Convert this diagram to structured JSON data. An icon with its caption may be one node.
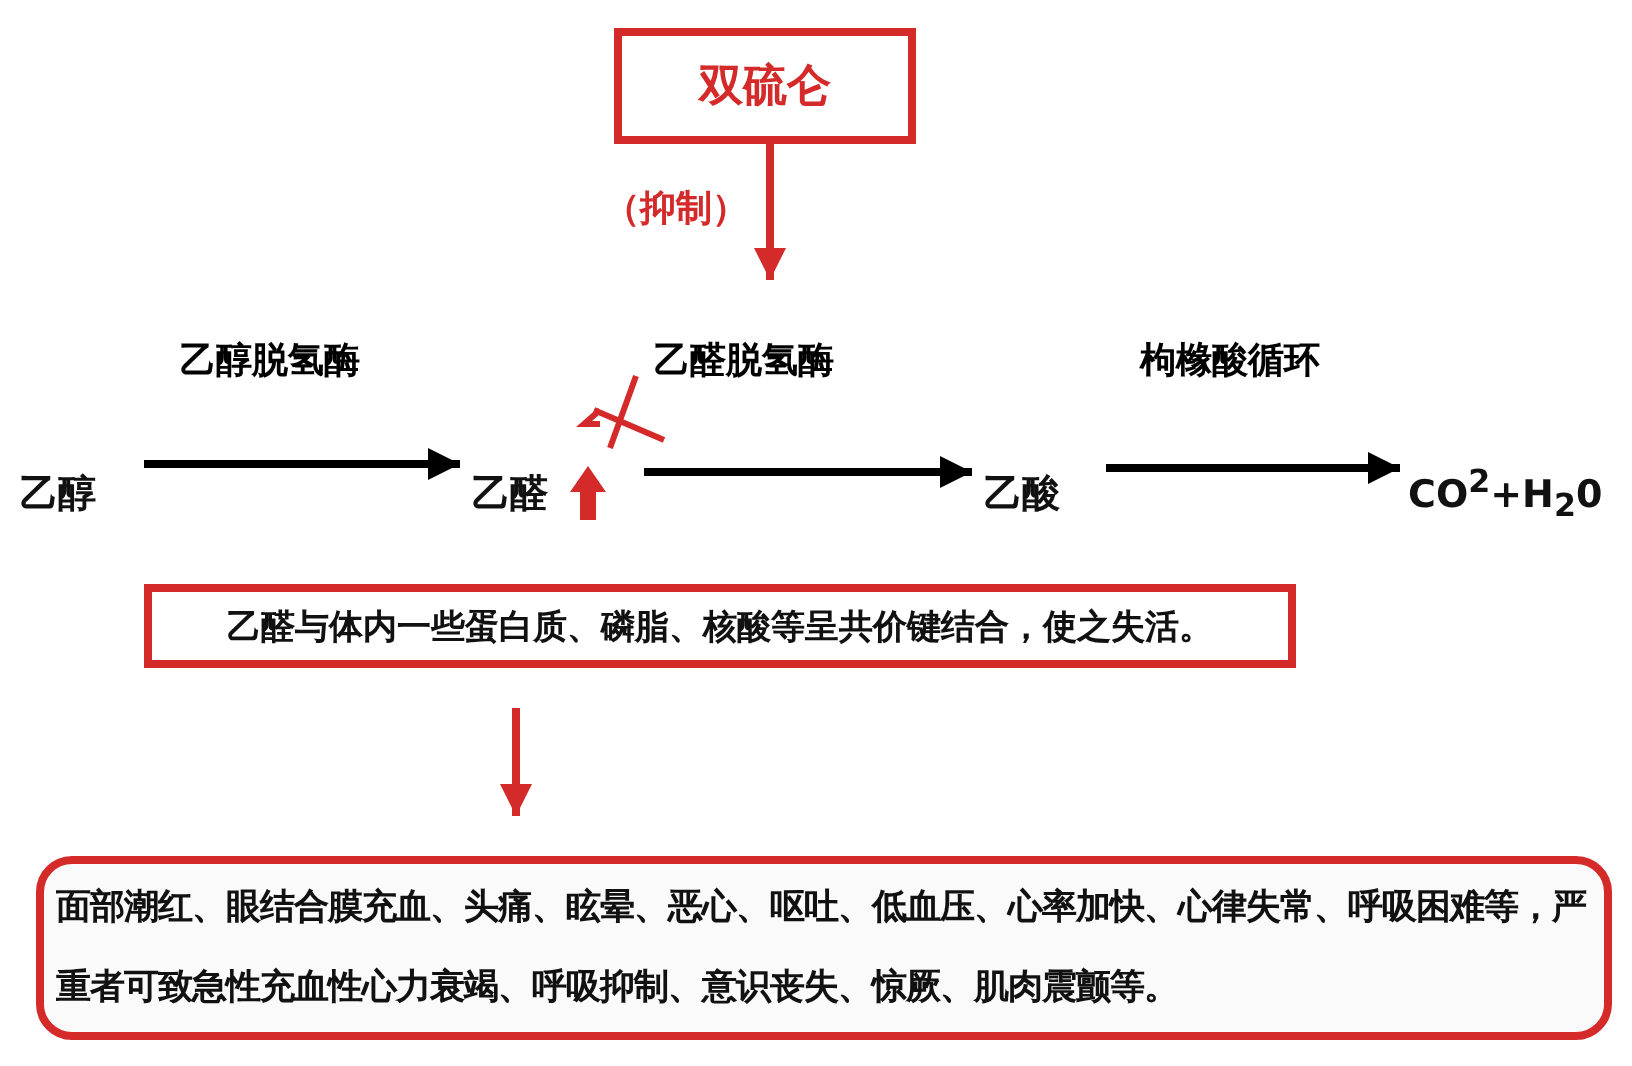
{
  "diagram": {
    "nodes": [
      {
        "text": [
          "双硫仑"
        ]
      },
      {
        "text": [
          "乙醇"
        ]
      },
      {
        "text": [
          "乙醛"
        ]
      },
      {
        "text": [
          "乙酸"
        ]
      },
      {
        "text": [
          "CO$^{2}$+H$_{2}$0"
        ]
      },
      {
        "text": [
          "乙醛与体内一些蛋白质、磷脂、核酸等呈共价键结合，使之失活。"
        ]
      },
      {
        "text": [
          "面部潮红、眼结合膜充血、头痛、眩晕、恶心、呕吐、低血压、心率加快、心律失常、呼吸困难等，严重者可致急性充血性心力衰竭、呼吸抑制、意识丧失、惊厥、肌肉震颤等。"
        ]
      }
    ],
    "edges": [
      {
        "from": 0,
        "to": null,
        "arrow": "to",
        "label": "（抑制）",
        "color": "#d42a2a"
      },
      {
        "from": 1,
        "to": 2,
        "arrow": "to",
        "label": "乙醇脱氢酶"
      },
      {
        "from": 2,
        "to": 3,
        "arrow": "to",
        "label": "乙醛脱氢酶"
      },
      {
        "from": 3,
        "to": 4,
        "arrow": "to",
        "label": "枸橼酸循环"
      },
      {
        "from": 5,
        "to": 6,
        "arrow": "to",
        "color": "#d42a2a"
      }
    ]
  }
}
